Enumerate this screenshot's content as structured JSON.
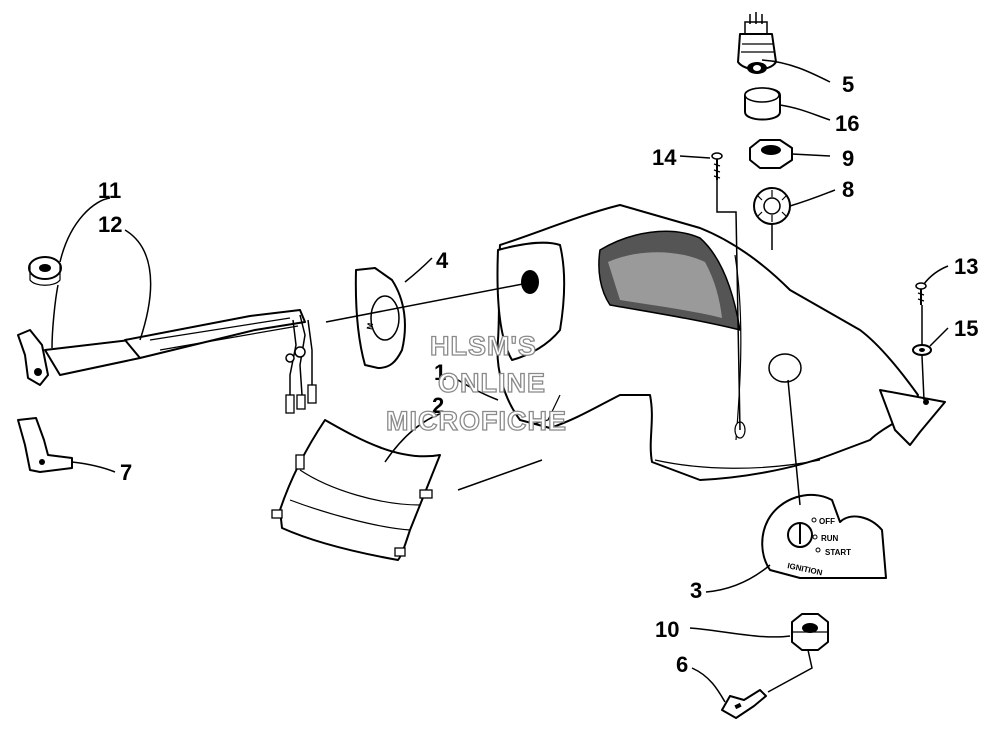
{
  "diagram": {
    "callouts": {
      "n1": "1",
      "n2": "2",
      "n3": "3",
      "n4": "4",
      "n5": "5",
      "n6": "6",
      "n7": "7",
      "n8": "8",
      "n9": "9",
      "n10": "10",
      "n11": "11",
      "n12": "12",
      "n13": "13",
      "n14": "14",
      "n15": "15",
      "n16": "16"
    },
    "ignition_plate": {
      "off": "OFF",
      "run": "RUN",
      "start": "START",
      "ignition": "IGNITION"
    },
    "watermark": {
      "line1": "HLSM'S",
      "line2": "ONLINE",
      "line3": "MICROFICHE"
    }
  }
}
